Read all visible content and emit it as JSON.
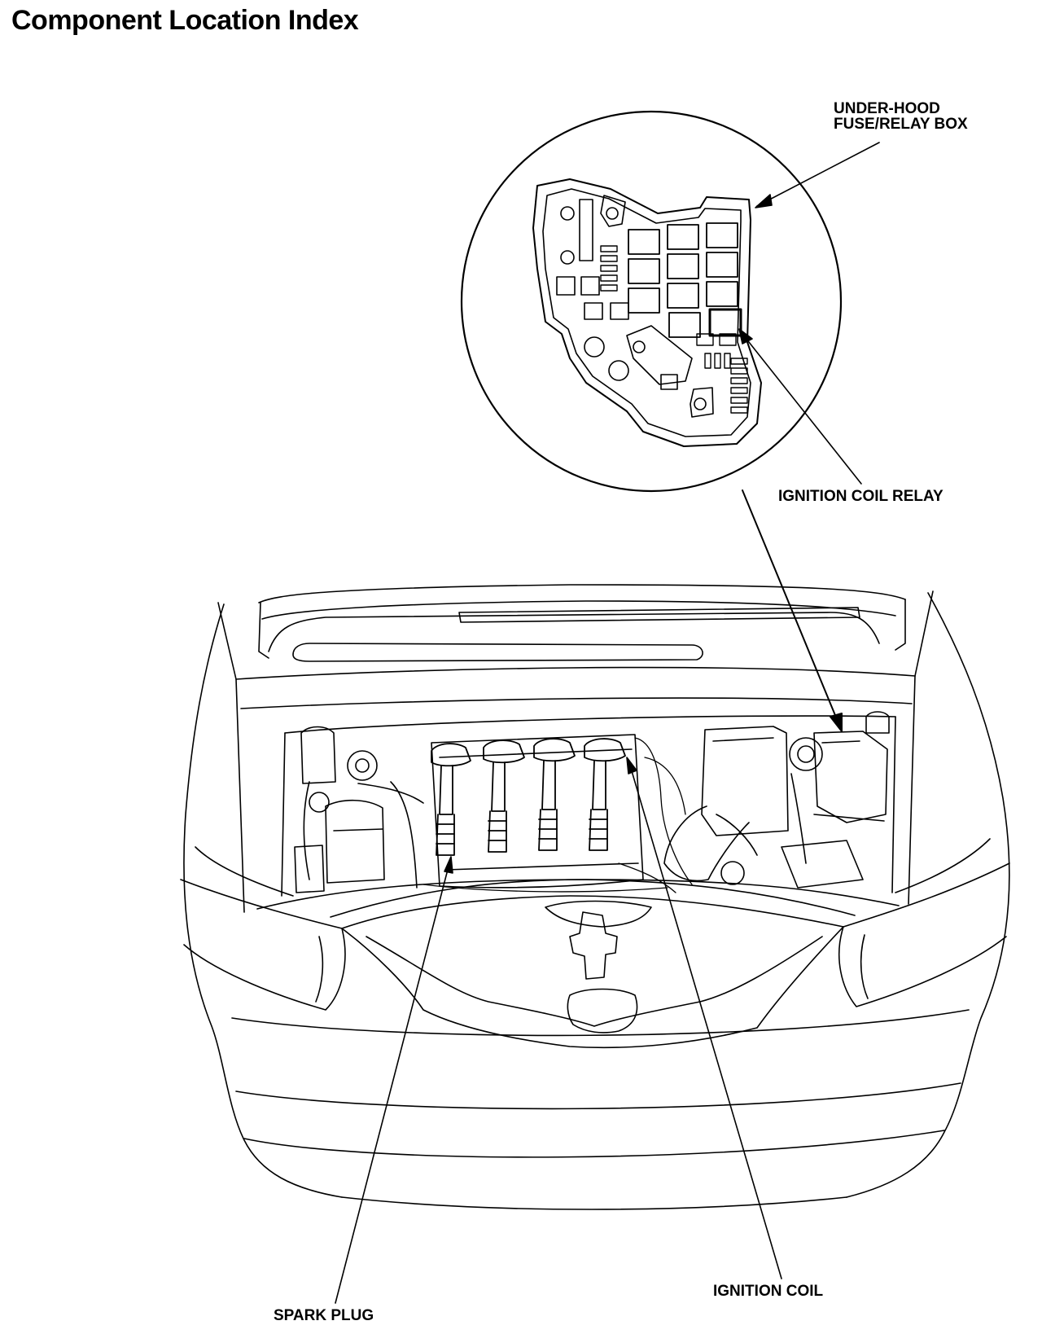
{
  "page": {
    "title": "Component Location Index"
  },
  "callouts": {
    "under_hood_line1": "UNDER-HOOD",
    "under_hood_line2": "FUSE/RELAY BOX",
    "ignition_coil_relay": "IGNITION COIL RELAY",
    "spark_plug": "SPARK PLUG",
    "ignition_coil": "IGNITION COIL"
  },
  "colors": {
    "ink": "#000000",
    "paper": "#ffffff"
  }
}
